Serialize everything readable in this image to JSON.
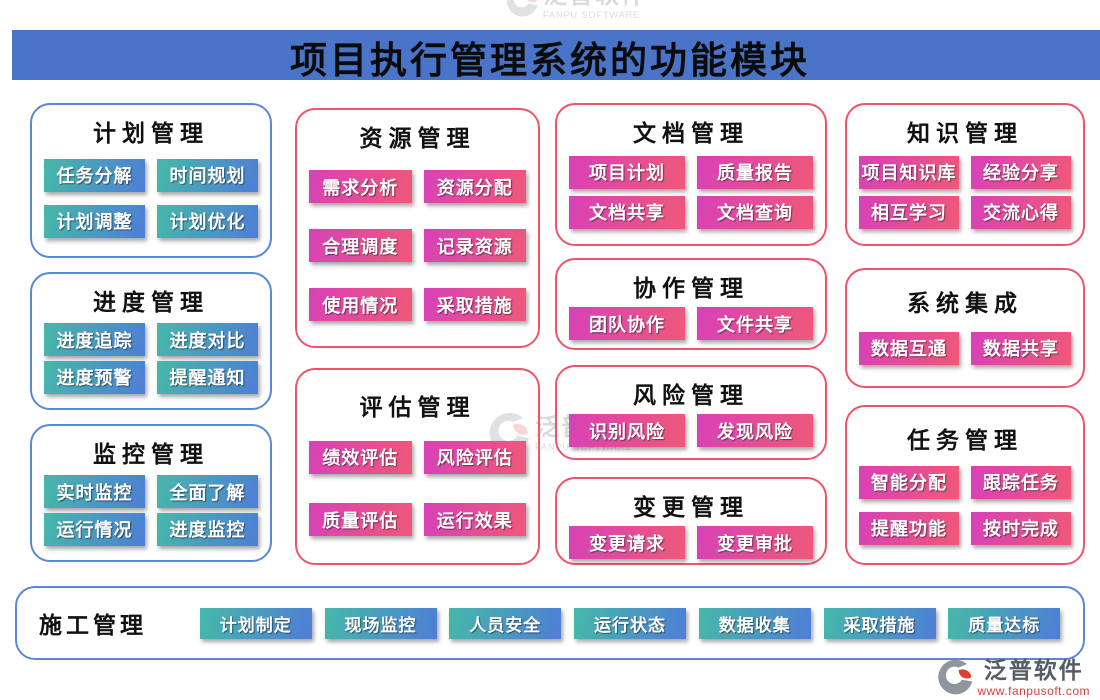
{
  "header": {
    "title": "项目执行管理系统的功能模块"
  },
  "modules": [
    {
      "name": "计划管理",
      "buttons": [
        "任务分解",
        "时间规划",
        "计划调整",
        "计划优化"
      ]
    },
    {
      "name": "进度管理",
      "buttons": [
        "进度追踪",
        "进度对比",
        "进度预警",
        "提醒通知"
      ]
    },
    {
      "name": "监控管理",
      "buttons": [
        "实时监控",
        "全面了解",
        "运行情况",
        "进度监控"
      ]
    },
    {
      "name": "资源管理",
      "buttons": [
        "需求分析",
        "资源分配",
        "合理调度",
        "记录资源",
        "使用情况",
        "采取措施"
      ]
    },
    {
      "name": "评估管理",
      "buttons": [
        "绩效评估",
        "风险评估",
        "质量评估",
        "运行效果"
      ]
    },
    {
      "name": "文档管理",
      "buttons": [
        "项目计划",
        "质量报告",
        "文档共享",
        "文档查询"
      ]
    },
    {
      "name": "协作管理",
      "buttons": [
        "团队协作",
        "文件共享"
      ]
    },
    {
      "name": "风险管理",
      "buttons": [
        "识别风险",
        "发现风险"
      ]
    },
    {
      "name": "变更管理",
      "buttons": [
        "变更请求",
        "变更审批"
      ]
    },
    {
      "name": "知识管理",
      "buttons": [
        "项目知识库",
        "经验分享",
        "相互学习",
        "交流心得"
      ]
    },
    {
      "name": "系统集成",
      "buttons": [
        "数据互通",
        "数据共享"
      ]
    },
    {
      "name": "任务管理",
      "buttons": [
        "智能分配",
        "跟踪任务",
        "提醒功能",
        "按时完成"
      ]
    }
  ],
  "construction": {
    "name": "施工管理",
    "buttons": [
      "计划制定",
      "现场监控",
      "人员安全",
      "运行状态",
      "数据收集",
      "采取措施",
      "质量达标"
    ]
  },
  "watermark": {
    "brand": "泛普软件",
    "sub": "FANPU SOFTWARE"
  },
  "footer": {
    "brand": "泛普软件",
    "url": "www.fanpusoft.com"
  },
  "colors": {
    "header_bar": "#4a74c8",
    "blue_border": "#5b87d7",
    "pink_border": "#f2536b",
    "teal_button_gradient": [
      "#46b8a9",
      "#4e7ed6"
    ],
    "pink_button_gradient": [
      "#d841b8",
      "#ef5878"
    ],
    "footer_url_red": "#e03c3c"
  }
}
